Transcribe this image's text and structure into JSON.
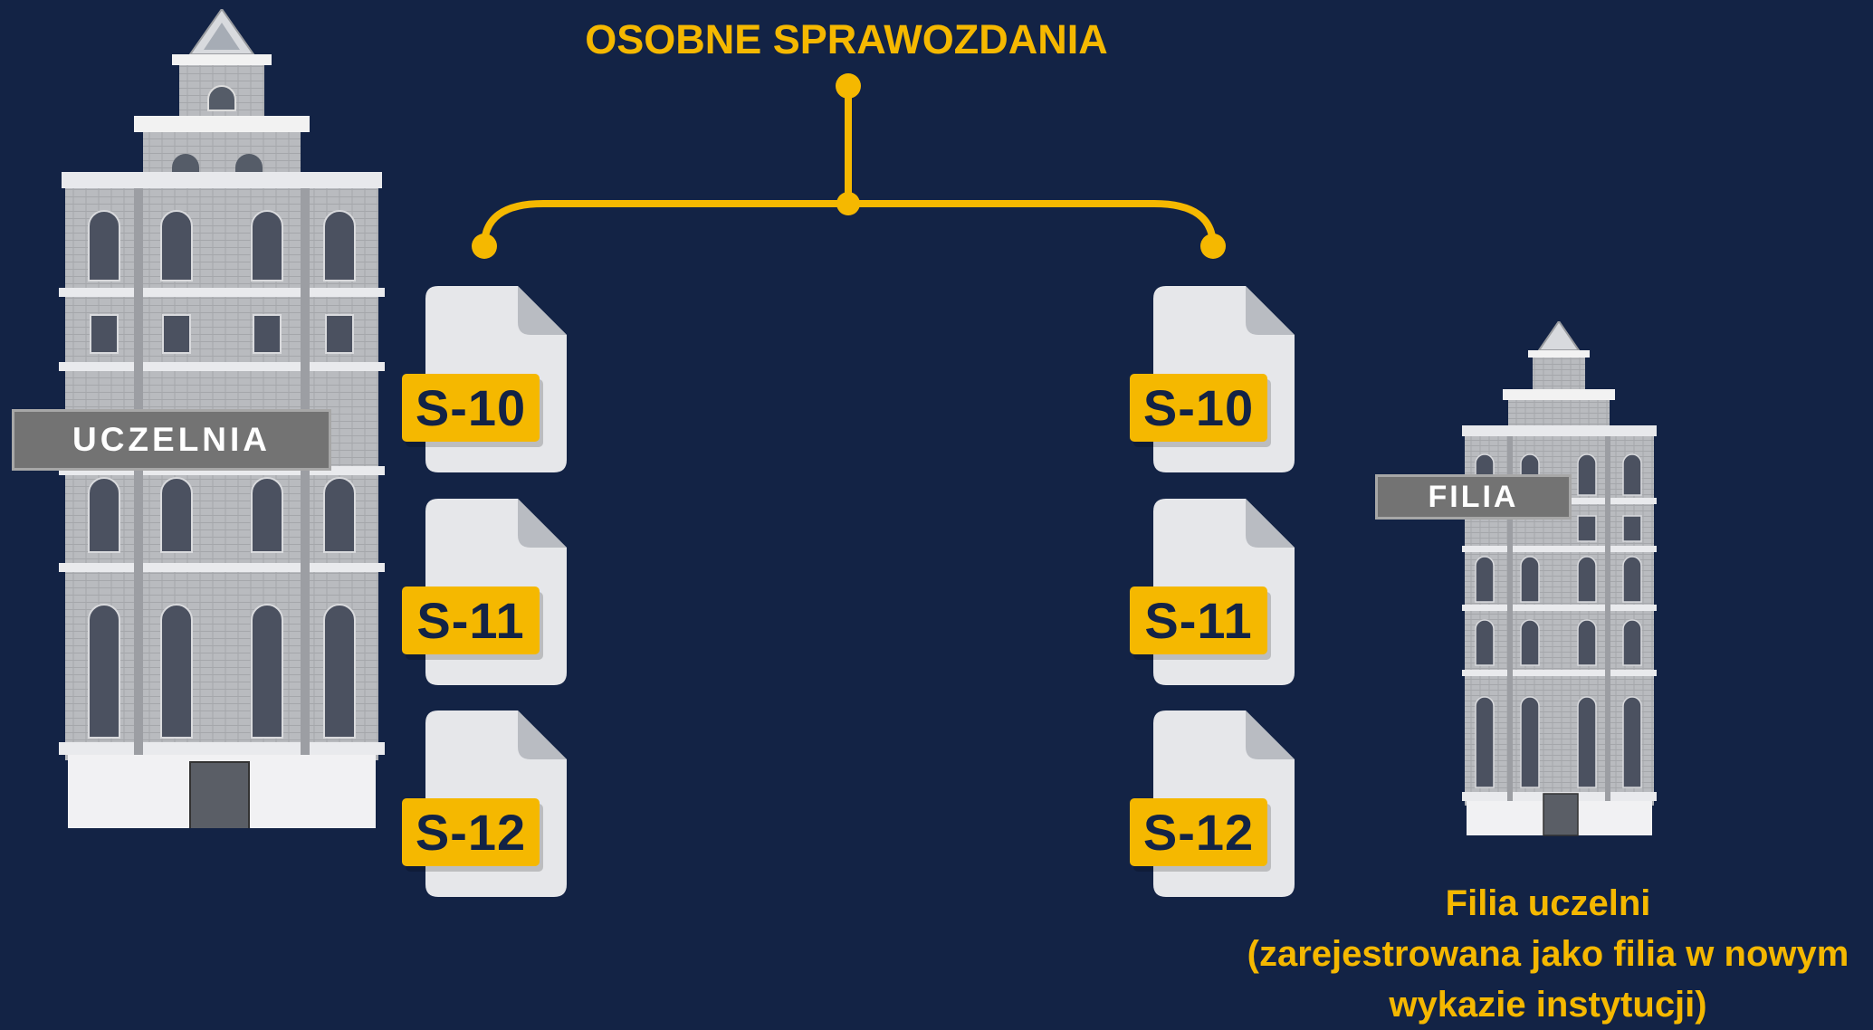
{
  "title": "OSOBNE SPRAWOZDANIA",
  "colors": {
    "background": "#132345",
    "accent": "#f5b800",
    "document": "#e6e7ea",
    "sign": "#737373"
  },
  "left_building": {
    "label": "UCZELNIA"
  },
  "right_building": {
    "label": "FILIA"
  },
  "left_documents": [
    {
      "label": "S-10"
    },
    {
      "label": "S-11"
    },
    {
      "label": "S-12"
    }
  ],
  "right_documents": [
    {
      "label": "S-10"
    },
    {
      "label": "S-11"
    },
    {
      "label": "S-12"
    }
  ],
  "caption": {
    "line1": "Filia uczelni",
    "line2": "(zarejestrowana jako filia w nowym",
    "line3": "wykazie instytucji)"
  }
}
